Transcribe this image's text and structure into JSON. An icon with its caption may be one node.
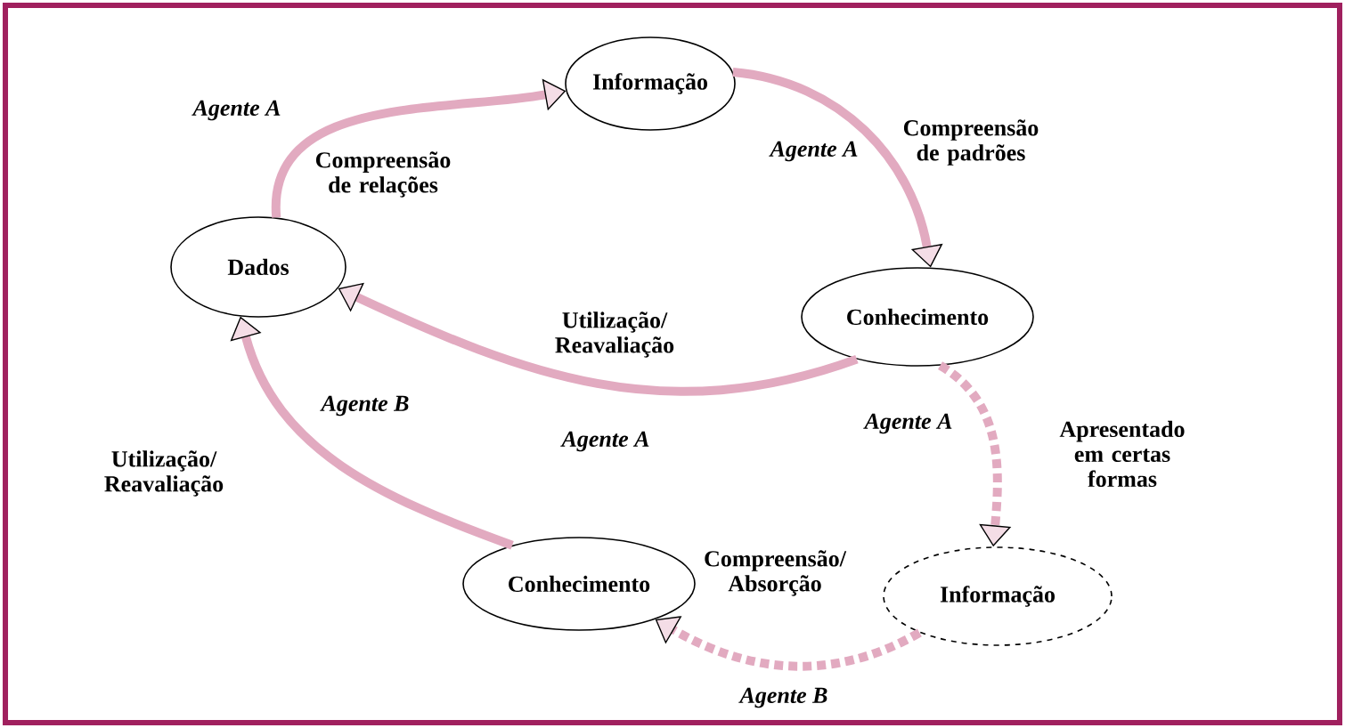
{
  "diagram": {
    "nodes": [
      {
        "text": [
          "Informação"
        ]
      },
      {
        "text": [
          "Dados"
        ]
      },
      {
        "text": [
          "Conhecimento"
        ]
      },
      {
        "text": [
          "Conhecimento"
        ]
      },
      {
        "text": [
          "Informação"
        ]
      }
    ],
    "edges": [
      {
        "from": 1,
        "to": 0,
        "arrow": "to",
        "label": "Compreensão de relações"
      },
      {
        "from": 0,
        "to": 2,
        "arrow": "to",
        "label": "Compreensão de padrões"
      },
      {
        "from": 2,
        "to": 1,
        "arrow": "to",
        "label": "Utilização/ Reavaliação"
      },
      {
        "from": 3,
        "to": 1,
        "arrow": "to",
        "label": "Utilização/ Reavaliação"
      },
      {
        "from": 2,
        "to": 4,
        "arrow": "to",
        "label": "Apresentado em certas formas",
        "style": "dashed"
      },
      {
        "from": 4,
        "to": 3,
        "arrow": "to",
        "label": "Compreensão/ Absorção",
        "style": "dashed"
      }
    ],
    "labels": [
      "Agente A",
      "Agente A",
      "Agente B",
      "Agente A",
      "Agente A",
      "Agente B"
    ]
  }
}
